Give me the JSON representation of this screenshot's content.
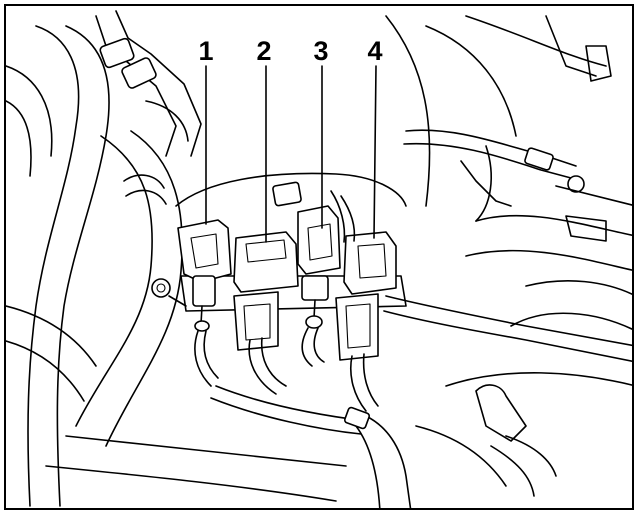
{
  "figure": {
    "colors": {
      "stroke": "#000000",
      "background": "#ffffff"
    },
    "callouts": [
      {
        "label": "1"
      },
      {
        "label": "2"
      },
      {
        "label": "3"
      },
      {
        "label": "4"
      }
    ]
  }
}
